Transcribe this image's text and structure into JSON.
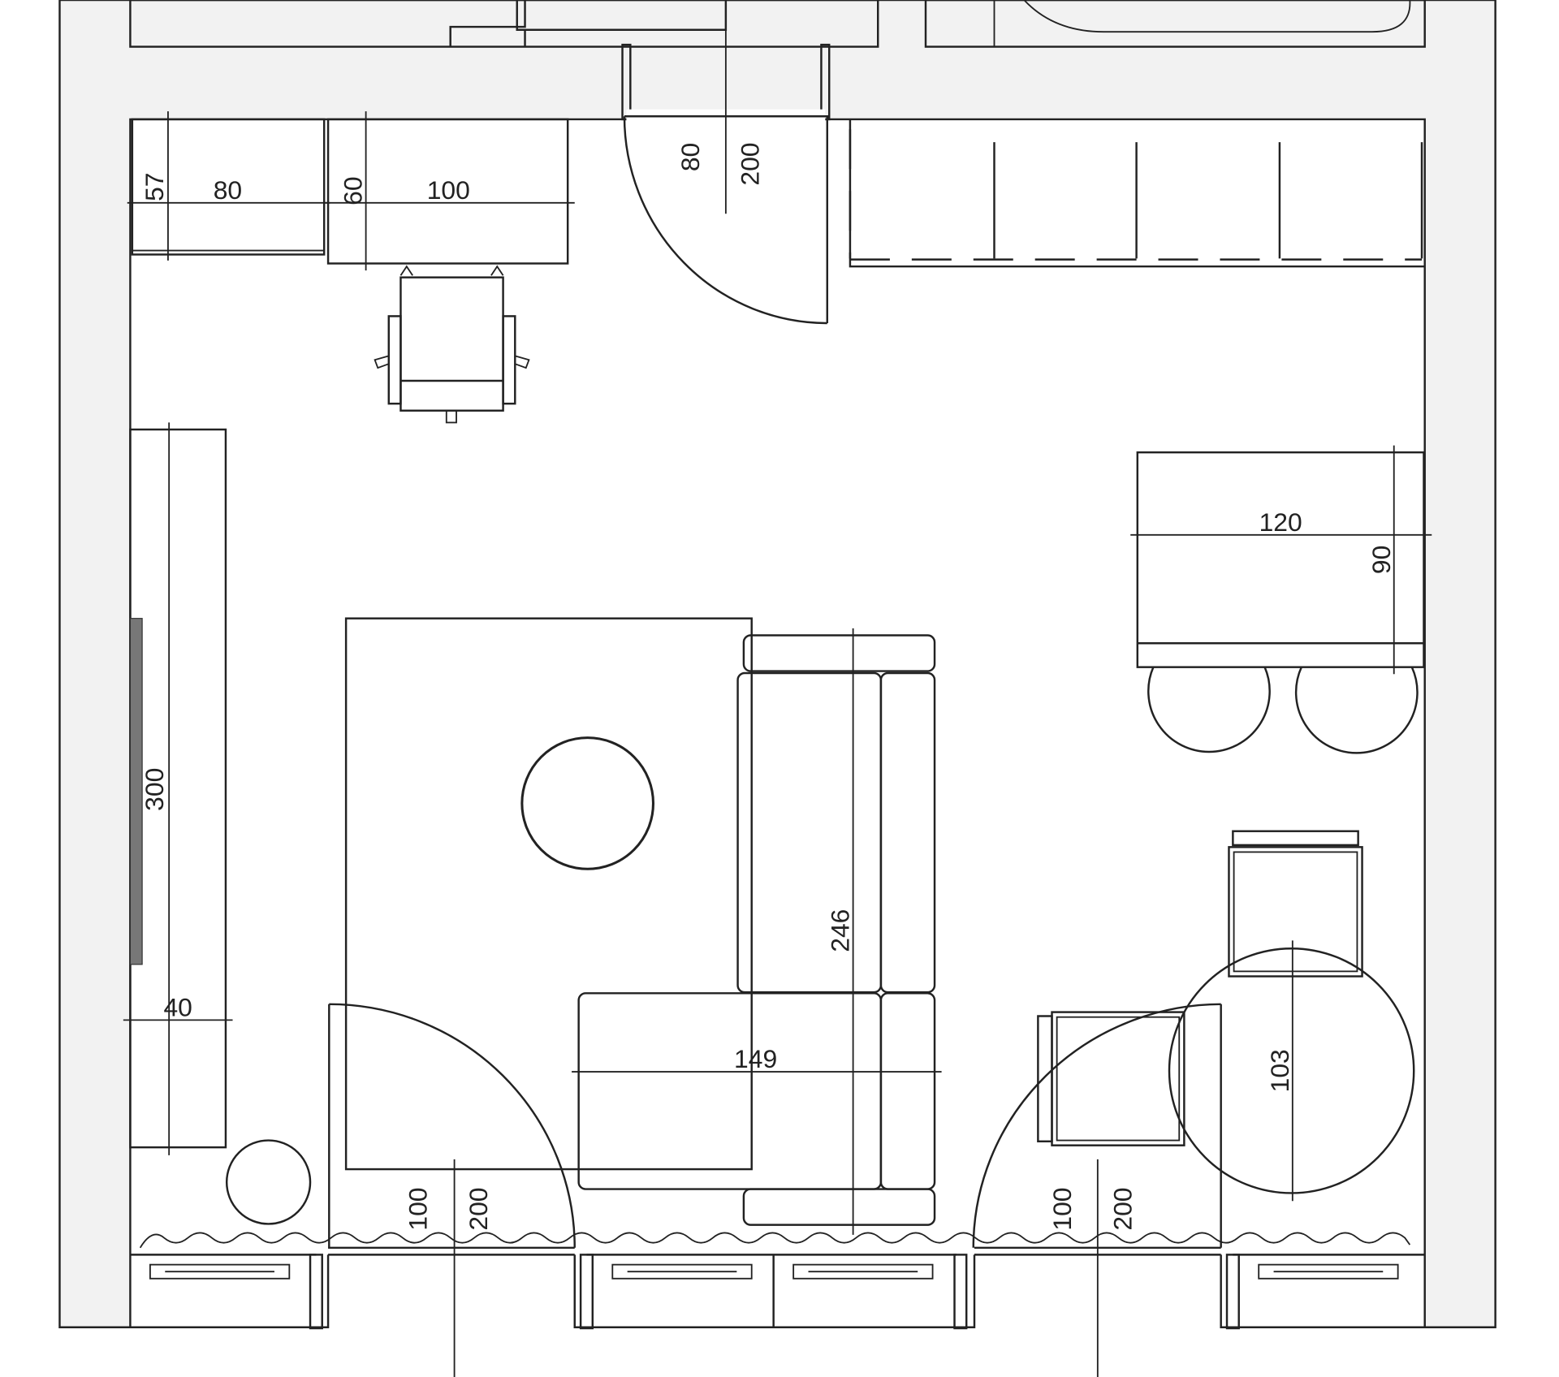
{
  "colors": {
    "wall_fill": "#f2f2f2",
    "line": "#222222",
    "rug_fill": "#f0f0f0",
    "tv_panel": "#777777"
  },
  "dimensions": {
    "shelf_depth": "57",
    "shelf_width": "80",
    "desk_depth": "60",
    "desk_width": "100",
    "door_top_width": "80",
    "door_top_height": "200",
    "dining_table_width": "120",
    "dining_table_depth": "90",
    "tv_unit_length": "300",
    "tv_unit_depth": "40",
    "sofa_length": "246",
    "sofa_chaise_width": "149",
    "round_table_diameter": "103",
    "balcony_door_left_width": "100",
    "balcony_door_left_height": "200",
    "balcony_door_right_width": "100",
    "balcony_door_right_height": "200"
  }
}
